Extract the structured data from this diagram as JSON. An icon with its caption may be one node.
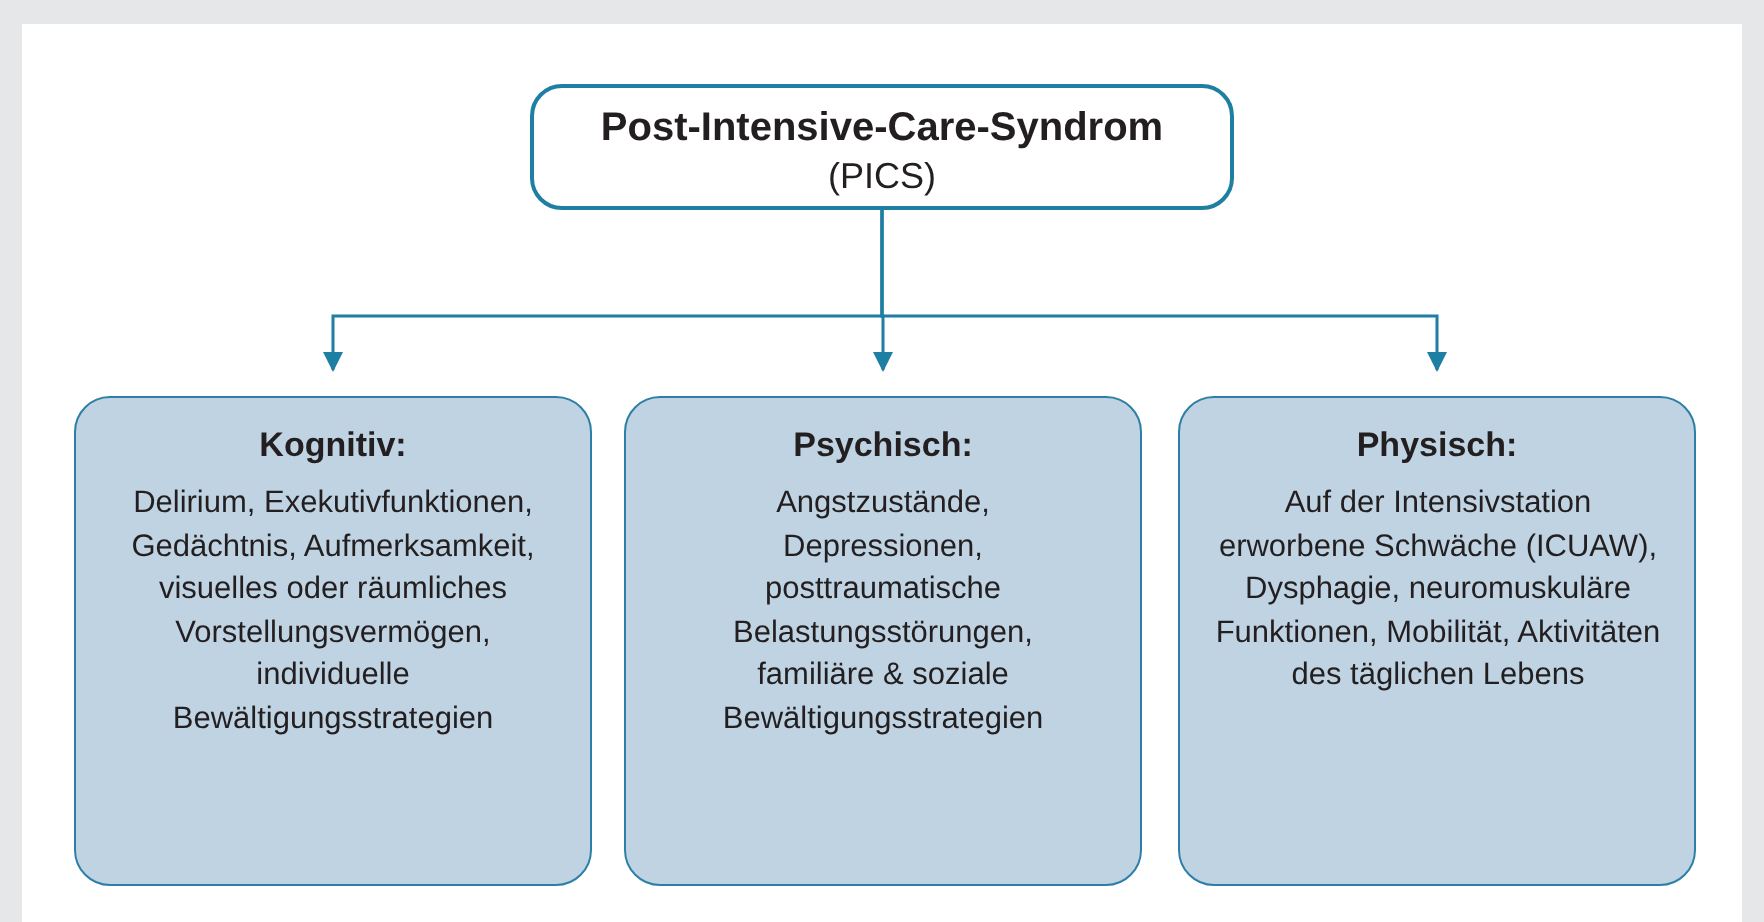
{
  "diagram": {
    "nodes": [
      {
        "text": [
          "Post-Intensive-Care-Syndrom",
          "(PICS)"
        ]
      },
      {
        "text": [
          "Kognitiv:",
          "Delirium, Exekutivfunktionen, Gedächtnis, Aufmerksamkeit, visuelles oder räumliches Vorstellungsvermögen, individuelle Bewältigungsstrategien"
        ]
      },
      {
        "text": [
          "Psychisch:",
          "Angstzustände, Depressionen, posttraumatische Belastungsstörungen, familiäre & soziale Bewältigungsstrategien"
        ]
      },
      {
        "text": [
          "Physisch:",
          "Auf der Intensivstation erworbene Schwäche (ICUAW), Dysphagie, neuromuskuläre Funktionen, Mobilität, Aktivitäten des täglichen Lebens"
        ]
      }
    ],
    "edges": [
      {
        "from": 0,
        "to": 1,
        "arrow": "to"
      },
      {
        "from": 0,
        "to": 2,
        "arrow": "to"
      },
      {
        "from": 0,
        "to": 3,
        "arrow": "to"
      }
    ]
  }
}
